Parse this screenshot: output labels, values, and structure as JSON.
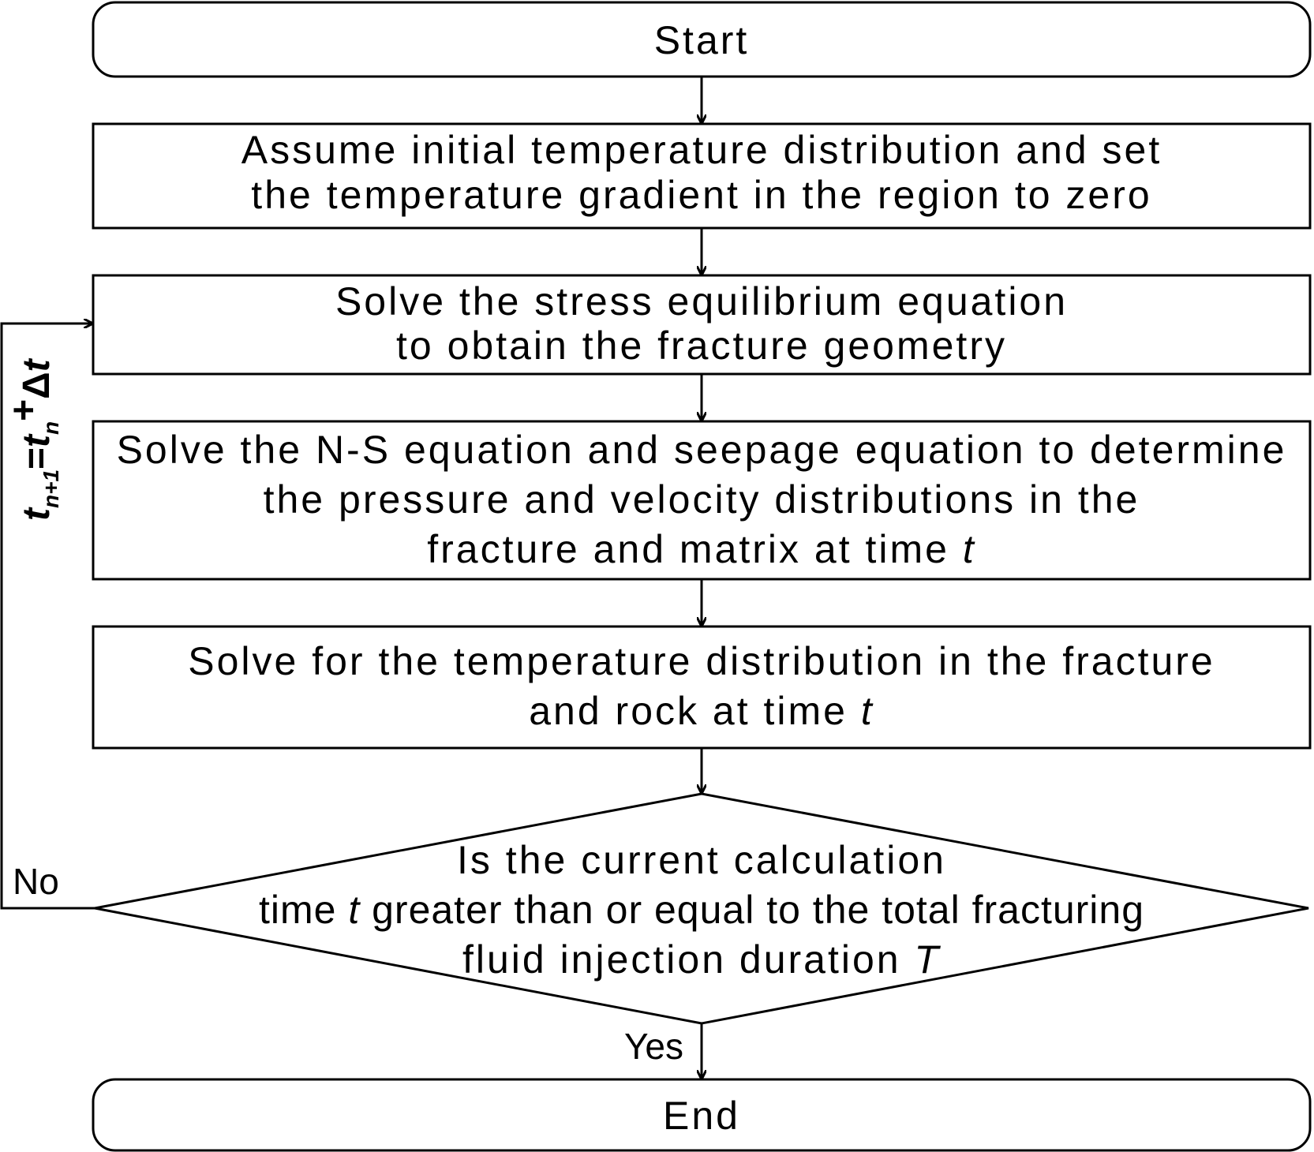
{
  "nodes": {
    "start": {
      "label": "Start"
    },
    "step1": {
      "lines": [
        "Assume initial temperature distribution and set",
        "the temperature gradient in the region to zero"
      ]
    },
    "step2": {
      "lines": [
        "Solve the stress equilibrium equation",
        "to obtain the fracture geometry"
      ]
    },
    "step3": {
      "line1": "Solve the N-S equation and seepage equation to determine",
      "line2": "the pressure and velocity distributions in the",
      "line3_text": "fracture and matrix at time ",
      "line3_var": "t"
    },
    "step4": {
      "line1": "Solve for the temperature distribution in the fracture",
      "line2_text": "and rock at time ",
      "line2_var": "t"
    },
    "decision": {
      "line1": "Is the current calculation",
      "line2_pre": "time ",
      "line2_var": "t",
      "line2_post": " greater than or equal to the total fracturing",
      "line3_text": "fluid injection duration ",
      "line3_var": "T"
    },
    "end": {
      "label": "End"
    }
  },
  "edges": {
    "no_label": "No",
    "yes_label": "Yes",
    "loop": {
      "t1": "t",
      "s1": "n+1",
      "eq": "=",
      "t2": "t",
      "s2": "n",
      "plus": "+",
      "delta": "Δ",
      "t3": "t"
    }
  }
}
